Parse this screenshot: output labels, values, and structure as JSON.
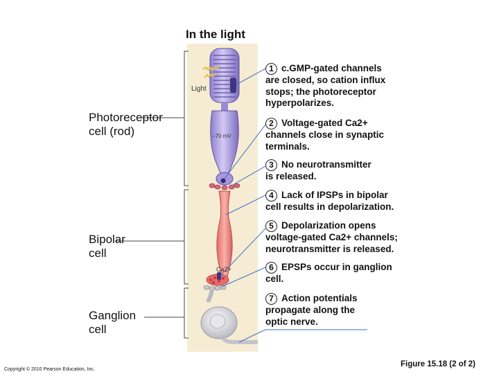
{
  "title": "In the light",
  "labels": {
    "photoreceptor": [
      "Photoreceptor",
      "cell (rod)"
    ],
    "bipolar": [
      "Bipolar",
      "cell"
    ],
    "ganglion": [
      "Ganglion",
      "cell"
    ],
    "light": "Light",
    "membrane_potential": "–70 mV",
    "ca": "Ca2+"
  },
  "steps": [
    {
      "num": "1",
      "lines": [
        "c.GMP-gated channels",
        "are closed, so cation influx",
        "stops; the photoreceptor",
        "hyperpolarizes."
      ]
    },
    {
      "num": "2",
      "lines": [
        "Voltage-gated Ca2+",
        "channels close in synaptic",
        "terminals."
      ]
    },
    {
      "num": "3",
      "lines": [
        "No neurotransmitter",
        "is released."
      ]
    },
    {
      "num": "4",
      "lines": [
        "Lack of IPSPs in bipolar",
        "cell results in depolarization."
      ]
    },
    {
      "num": "5",
      "lines": [
        "Depolarization opens",
        "voltage-gated Ca2+ channels;",
        "neurotransmitter is released."
      ]
    },
    {
      "num": "6",
      "lines": [
        "EPSPs occur in ganglion",
        "cell."
      ]
    },
    {
      "num": "7",
      "lines": [
        "Action potentials",
        "propagate along the",
        "optic nerve."
      ]
    }
  ],
  "copyright": "Copyright © 2010 Pearson Education, Inc.",
  "figure": "Figure 15.18 (2 of 2)",
  "colors": {
    "panel": "#f6ecd3",
    "rod": "#b7a6e3",
    "rod_dark": "#5a4f9c",
    "bipolar": "#f08a8a",
    "ganglion": "#d9d9de",
    "leader": "#3a6fc4"
  }
}
